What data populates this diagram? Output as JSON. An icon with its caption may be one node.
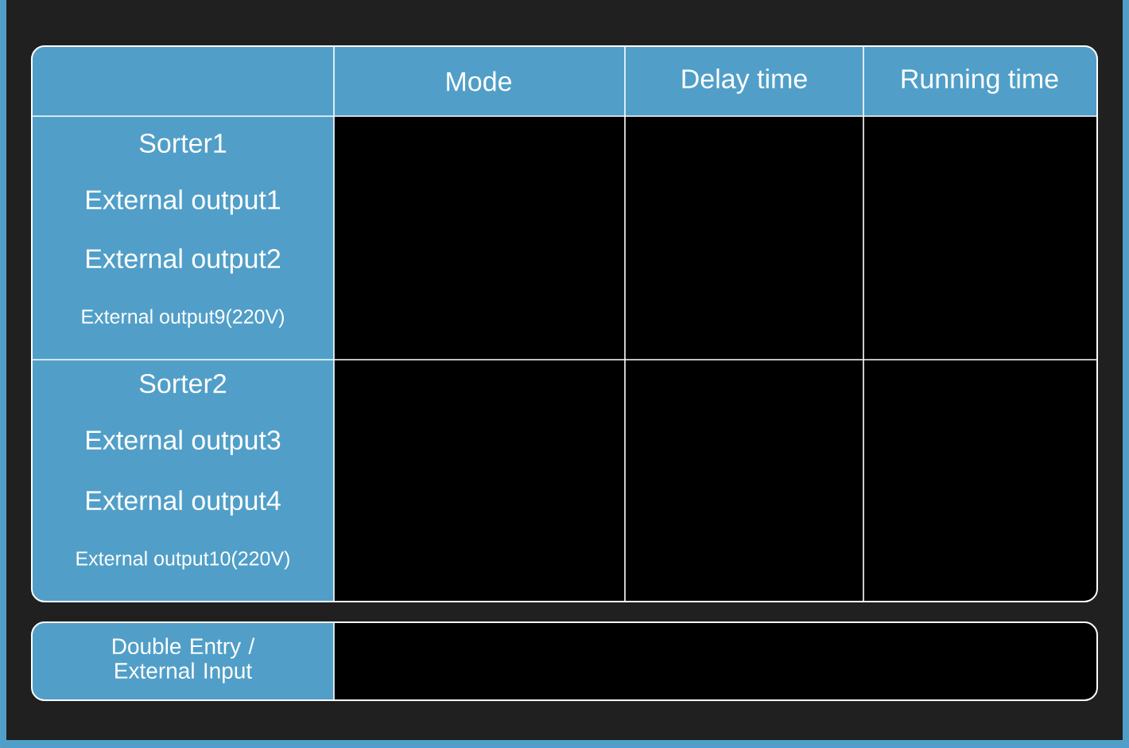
{
  "diagram": {
    "labels": [
      "Mode",
      "Delay time",
      "Running time",
      "Sorter1",
      "External output1",
      "External output2",
      "External output9(220V)",
      "Sorter2",
      "External output3",
      "External output4",
      "External output10(220V)",
      "Double Entry / External Input"
    ]
  }
}
